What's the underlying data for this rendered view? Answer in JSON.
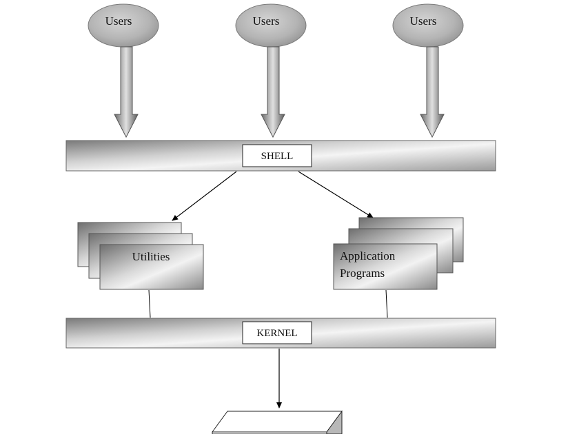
{
  "users": [
    {
      "label": "Users"
    },
    {
      "label": "Users"
    },
    {
      "label": "Users"
    }
  ],
  "shell": {
    "label": "SHELL"
  },
  "utilities": {
    "label": "Utilities"
  },
  "applications": {
    "line1": "Application",
    "line2": "Programs"
  },
  "kernel": {
    "label": "KERNEL"
  },
  "colors": {
    "gradient_dark": "#6e6e6e",
    "gradient_light": "#f2f2f2",
    "stroke": "#444444",
    "label_box": "#ffffff"
  }
}
